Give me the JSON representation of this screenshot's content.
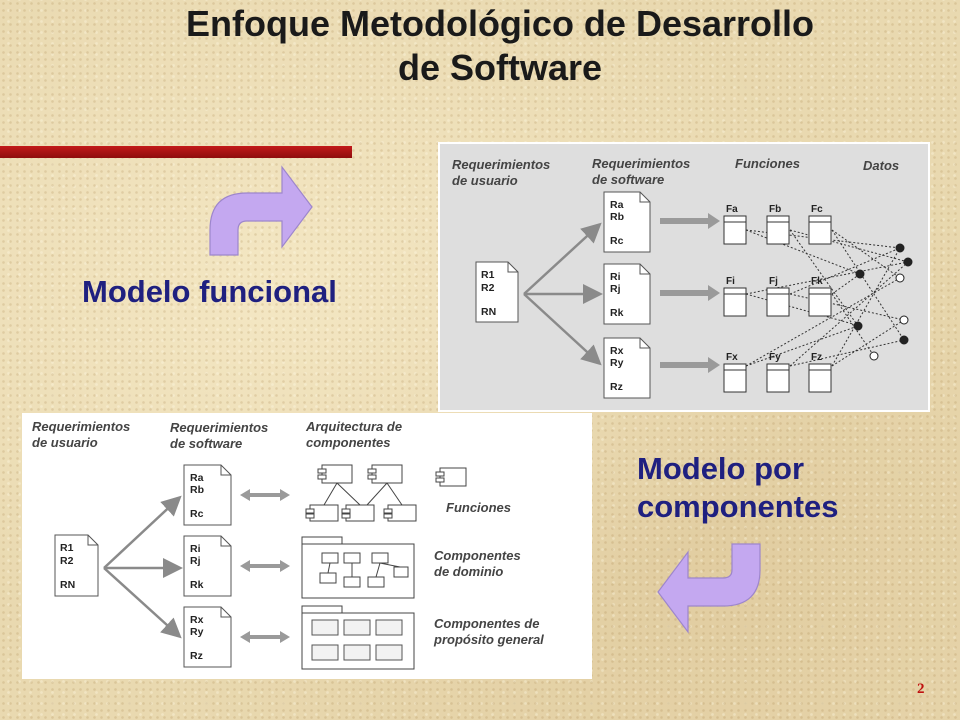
{
  "title": {
    "line1": "Enfoque Metodológico de Desarrollo",
    "line2": "de Software"
  },
  "labels": {
    "functional": "Modelo funcional",
    "components_line1": "Modelo por",
    "components_line2": "componentes"
  },
  "functional_diagram": {
    "col_user_req": [
      "Requerimientos",
      "de usuario"
    ],
    "col_sw_req": [
      "Requerimientos",
      "de software"
    ],
    "col_functions": "Funciones",
    "col_data": "Datos",
    "user_doc": [
      "R1",
      "R2",
      "RN"
    ],
    "sw_docs": [
      [
        "Ra",
        "Rb",
        "Rc"
      ],
      [
        "Ri",
        "Rj",
        "Rk"
      ],
      [
        "Rx",
        "Ry",
        "Rz"
      ]
    ],
    "functions": [
      [
        "Fa",
        "Fb",
        "Fc"
      ],
      [
        "Fi",
        "Fj",
        "Fk"
      ],
      [
        "Fx",
        "Fy",
        "Fz"
      ]
    ]
  },
  "component_diagram": {
    "col_user_req": [
      "Requerimientos",
      "de usuario"
    ],
    "col_sw_req": [
      "Requerimientos",
      "de software"
    ],
    "col_arch": [
      "Arquitectura de",
      "componentes"
    ],
    "user_doc": [
      "R1",
      "R2",
      "RN"
    ],
    "sw_docs": [
      [
        "Ra",
        "Rb",
        "Rc"
      ],
      [
        "Ri",
        "Rj",
        "Rk"
      ],
      [
        "Rx",
        "Ry",
        "Rz"
      ]
    ],
    "legend_functions": "Funciones",
    "legend_domain": [
      "Componentes",
      "de dominio"
    ],
    "legend_general": [
      "Componentes de",
      "propósito general"
    ]
  },
  "page_number": "2",
  "colors": {
    "title_text": "#1a1a1a",
    "label_text": "#1f2080",
    "accent_bar": "#b01515",
    "arrow_fill": "#c4a8f0",
    "page_number": "#c01010"
  }
}
